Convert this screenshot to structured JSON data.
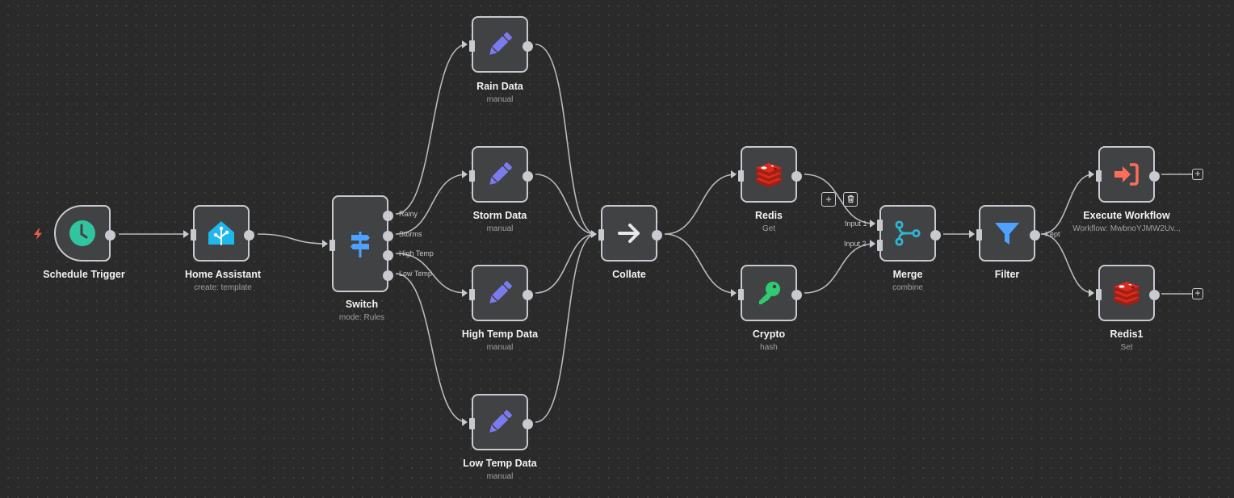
{
  "canvas": {
    "trigger_icon": "lightning-bolt-icon"
  },
  "nodes": {
    "schedule_trigger": {
      "label": "Schedule Trigger",
      "subtitle": "",
      "icon": "clock-icon",
      "icon_color": "#31c49f"
    },
    "home_assistant": {
      "label": "Home Assistant",
      "subtitle": "create: template",
      "icon": "home-assistant-icon",
      "icon_color": "#1fb7ec"
    },
    "switch": {
      "label": "Switch",
      "subtitle": "mode: Rules",
      "icon": "signpost-icon",
      "icon_color": "#4ea2ff",
      "outputs": [
        "Rainy",
        "Storms",
        "High Temp",
        "Low Temp"
      ]
    },
    "rain_data": {
      "label": "Rain Data",
      "subtitle": "manual",
      "icon": "pencil-icon",
      "icon_color": "#7b7bf0"
    },
    "storm_data": {
      "label": "Storm Data",
      "subtitle": "manual",
      "icon": "pencil-icon",
      "icon_color": "#7b7bf0"
    },
    "high_temp_data": {
      "label": "High Temp Data",
      "subtitle": "manual",
      "icon": "pencil-icon",
      "icon_color": "#7b7bf0"
    },
    "low_temp_data": {
      "label": "Low Temp Data",
      "subtitle": "manual",
      "icon": "pencil-icon",
      "icon_color": "#7b7bf0"
    },
    "collate": {
      "label": "Collate",
      "subtitle": "",
      "icon": "arrow-right-icon",
      "icon_color": "#e8e8ec"
    },
    "redis": {
      "label": "Redis",
      "subtitle": "Get",
      "icon": "redis-icon",
      "icon_color": "#d82c20"
    },
    "crypto": {
      "label": "Crypto",
      "subtitle": "hash",
      "icon": "key-icon",
      "icon_color": "#2fcb71"
    },
    "merge": {
      "label": "Merge",
      "subtitle": "combine",
      "icon": "merge-icon",
      "icon_color": "#2cb8cf",
      "inputs": [
        "Input 1",
        "Input 2"
      ]
    },
    "filter": {
      "label": "Filter",
      "subtitle": "",
      "icon": "funnel-icon",
      "icon_color": "#4ea2ff",
      "outputs": [
        "Kept"
      ]
    },
    "execute_workflow": {
      "label": "Execute Workflow",
      "subtitle": "Workflow: MwbnoYJMW2Uv...",
      "icon": "sign-in-icon",
      "icon_color": "#ff6d5a"
    },
    "redis1": {
      "label": "Redis1",
      "subtitle": "Set",
      "icon": "redis-icon",
      "icon_color": "#d82c20"
    }
  },
  "edge_hover_actions": {
    "add": "+",
    "delete": "trash-icon"
  },
  "add_buttons": {
    "symbol": "+"
  }
}
